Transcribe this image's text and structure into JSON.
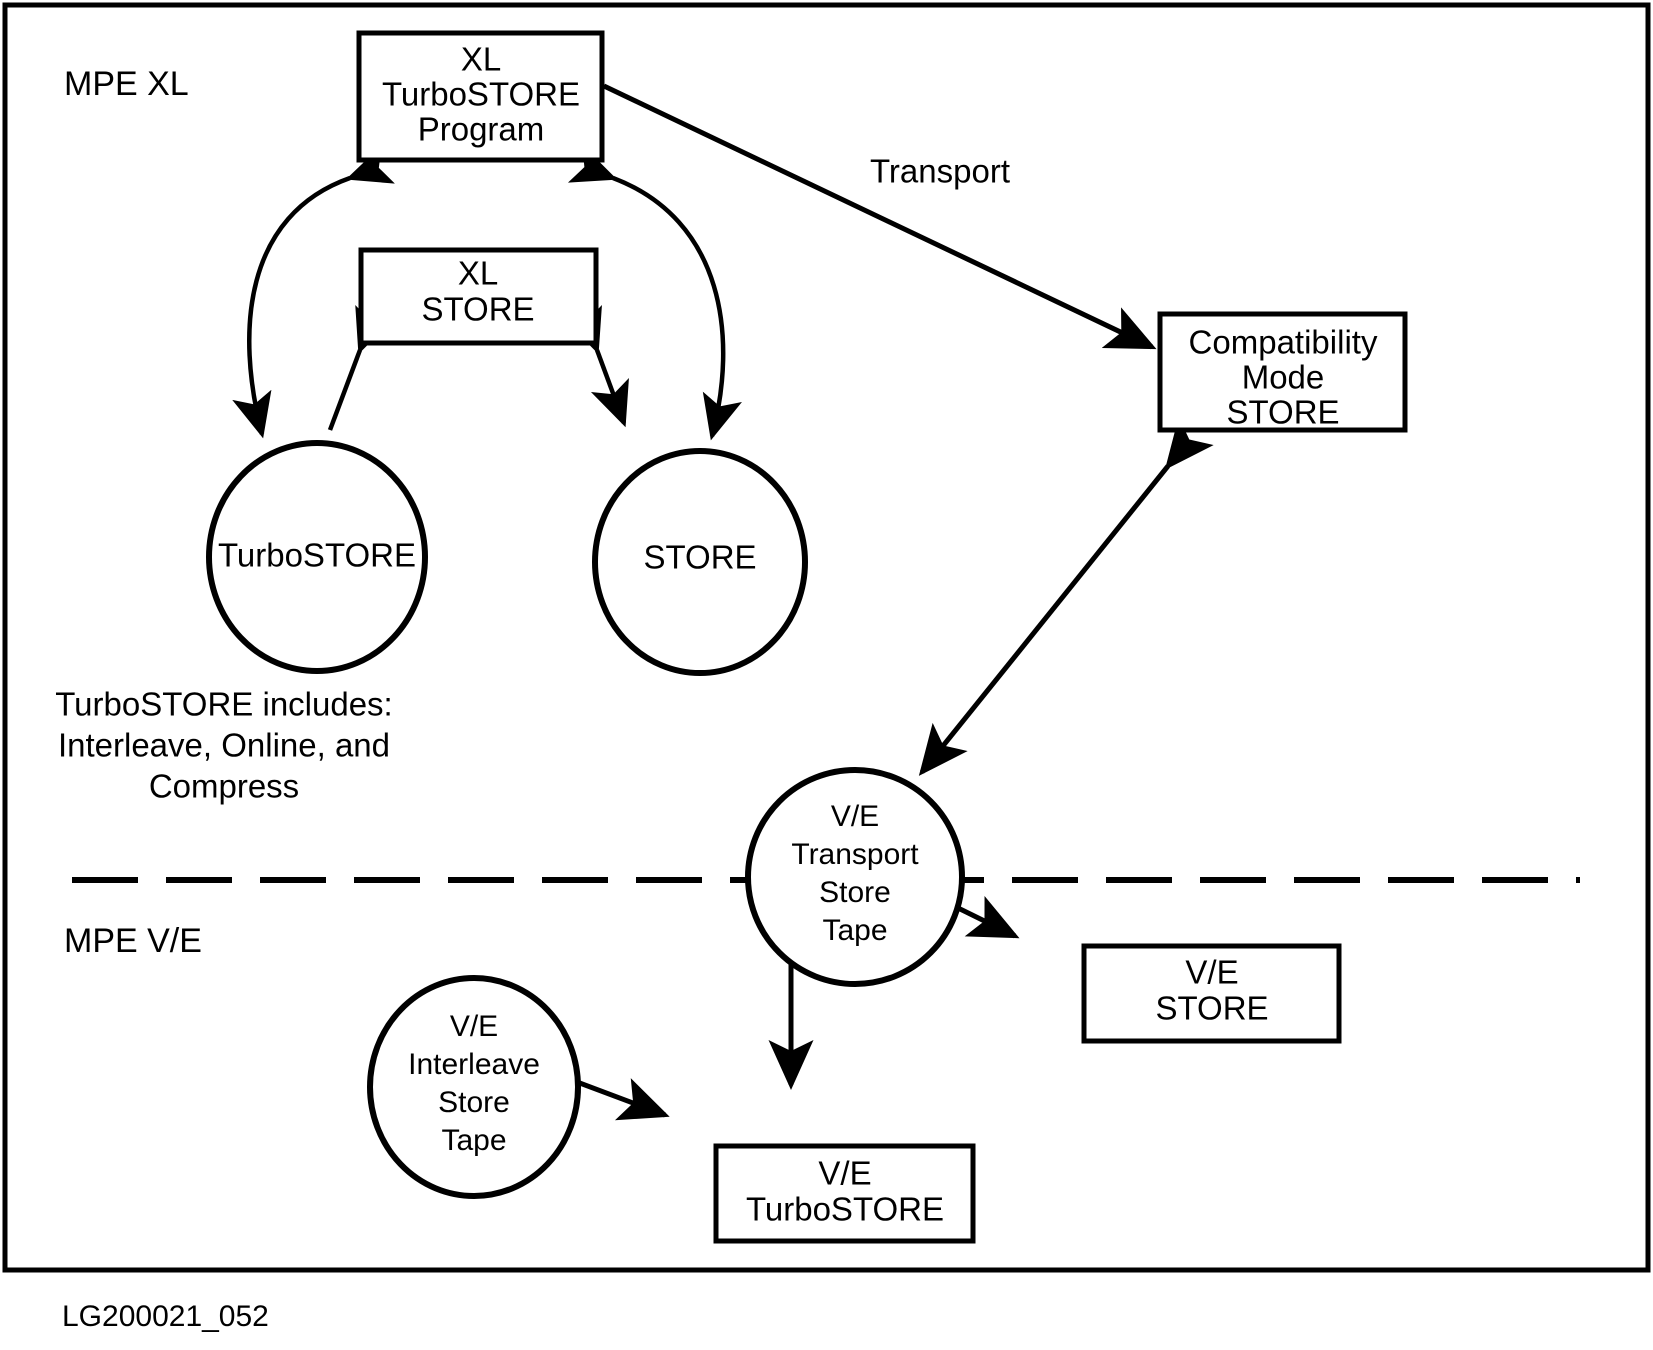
{
  "figure": {
    "caption_id": "LG200021_052",
    "background_color": "#ffffff",
    "line_color": "#000000"
  },
  "regions": [
    {
      "id": "mpe-xl",
      "label": "MPE XL"
    },
    {
      "id": "mpe-ve",
      "label": "MPE V/E"
    }
  ],
  "nodes": {
    "xl_turbostore_program": {
      "shape": "box",
      "lines": [
        "XL",
        "TurboSTORE",
        "Program"
      ]
    },
    "xl_store": {
      "shape": "box",
      "lines": [
        "XL",
        "STORE"
      ]
    },
    "compatibility_mode_store": {
      "shape": "box",
      "lines": [
        "Compatibility",
        "Mode",
        "STORE"
      ]
    },
    "turbostore_tape": {
      "shape": "ellipse",
      "lines": [
        "TurboSTORE"
      ]
    },
    "store_tape": {
      "shape": "ellipse",
      "lines": [
        "STORE"
      ]
    },
    "ve_transport_store_tape": {
      "shape": "ellipse",
      "lines": [
        "V/E",
        "Transport",
        "Store",
        "Tape"
      ]
    },
    "ve_interleave_store_tape": {
      "shape": "ellipse",
      "lines": [
        "V/E",
        "Interleave",
        "Store",
        "Tape"
      ]
    },
    "ve_store": {
      "shape": "box",
      "lines": [
        "V/E",
        "STORE"
      ]
    },
    "ve_turbostore": {
      "shape": "box",
      "lines": [
        "V/E",
        "TurboSTORE"
      ]
    }
  },
  "edge_labels": {
    "transport": "Transport"
  },
  "notes": {
    "turbostore_includes": [
      "TurboSTORE includes:",
      "Interleave, Online, and",
      "Compress"
    ]
  },
  "divider": {
    "style": "dashed",
    "separates": [
      "MPE XL",
      "MPE V/E"
    ]
  }
}
